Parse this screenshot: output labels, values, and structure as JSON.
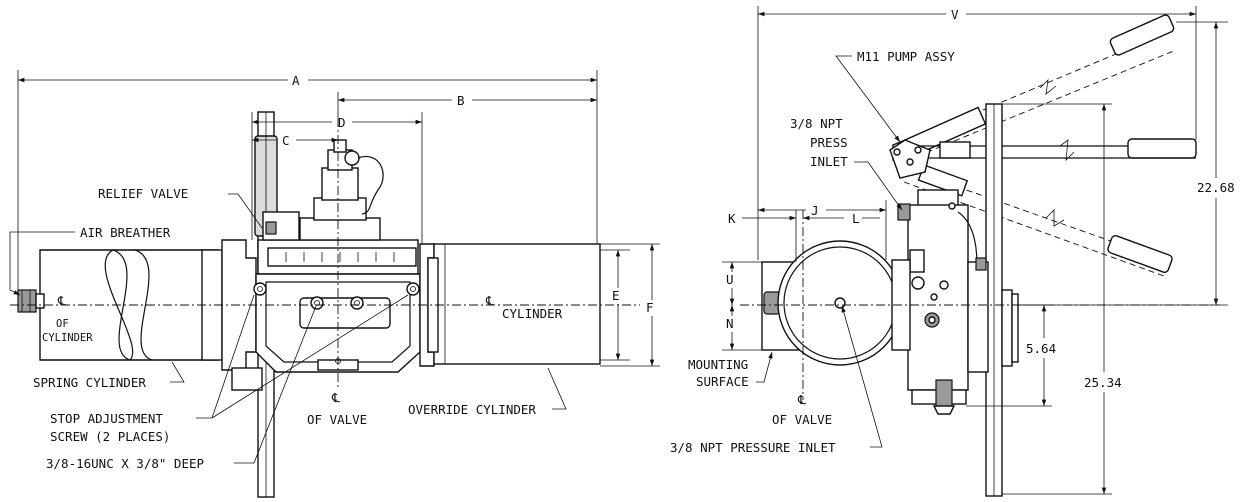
{
  "front_view": {
    "dimensions": {
      "a": "A",
      "b": "B",
      "c": "C",
      "d": "D",
      "e": "E",
      "f": "F"
    },
    "labels": {
      "relief_valve": "RELIEF VALVE",
      "air_breather": "AIR BREATHER",
      "centerline_symbol": "℄",
      "of_cylinder_line1": "OF",
      "of_cylinder_line2": "CYLINDER",
      "cylinder_right": "CYLINDER",
      "spring_cylinder": "SPRING CYLINDER",
      "stop_adjustment_line1": "STOP ADJUSTMENT",
      "stop_adjustment_line2": "SCREW (2 PLACES)",
      "tapped_hole": "3/8-16UNC X 3/8\" DEEP",
      "of_valve": "OF VALVE",
      "override_cylinder": "OVERRIDE CYLINDER"
    }
  },
  "side_view": {
    "dimensions": {
      "v": "V",
      "j": "J",
      "k": "K",
      "l": "L",
      "u": "U",
      "n": "N",
      "dim_22_68": "22.68",
      "dim_5_64": "5.64",
      "dim_25_34": "25.34"
    },
    "labels": {
      "m11_pump_assy": "M11 PUMP ASSY",
      "press_inlet_line1": "3/8 NPT",
      "press_inlet_line2": "PRESS",
      "press_inlet_line3": "INLET",
      "mounting_surface_line1": "MOUNTING",
      "mounting_surface_line2": "SURFACE",
      "centerline_symbol": "℄",
      "of_valve": "OF VALVE",
      "pressure_inlet": "3/8 NPT PRESSURE INLET"
    }
  }
}
